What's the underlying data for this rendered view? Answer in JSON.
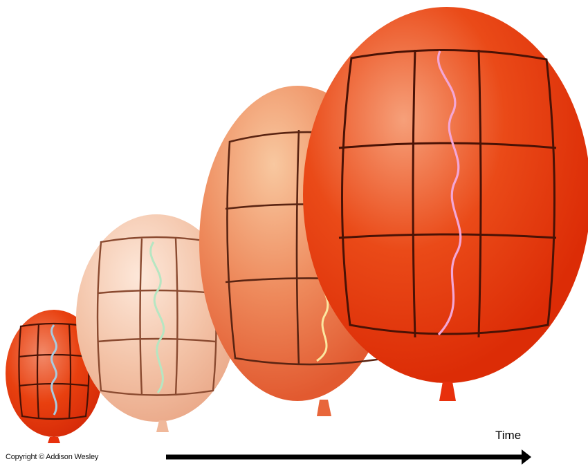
{
  "copyright": "Copyright © Addison Wesley",
  "time_axis": {
    "label": "Time"
  },
  "balloons": [
    {
      "name": "balloon-1",
      "fill": "#e8300c",
      "light": "#f28a6a",
      "grid": "#4a1205",
      "wave": "#a8cbe0"
    },
    {
      "name": "balloon-2",
      "fill": "#f0b89a",
      "light": "#fbe2d2",
      "grid": "#8a4a30",
      "wave": "#b6e6c2"
    },
    {
      "name": "balloon-3",
      "fill": "#e8663a",
      "light": "#f6c09a",
      "grid": "#5a2412",
      "wave": "#fbe7a0"
    },
    {
      "name": "balloon-4",
      "fill": "#e8300c",
      "light": "#f59a72",
      "grid": "#4a1205",
      "wave": "#f3a6d6"
    }
  ]
}
